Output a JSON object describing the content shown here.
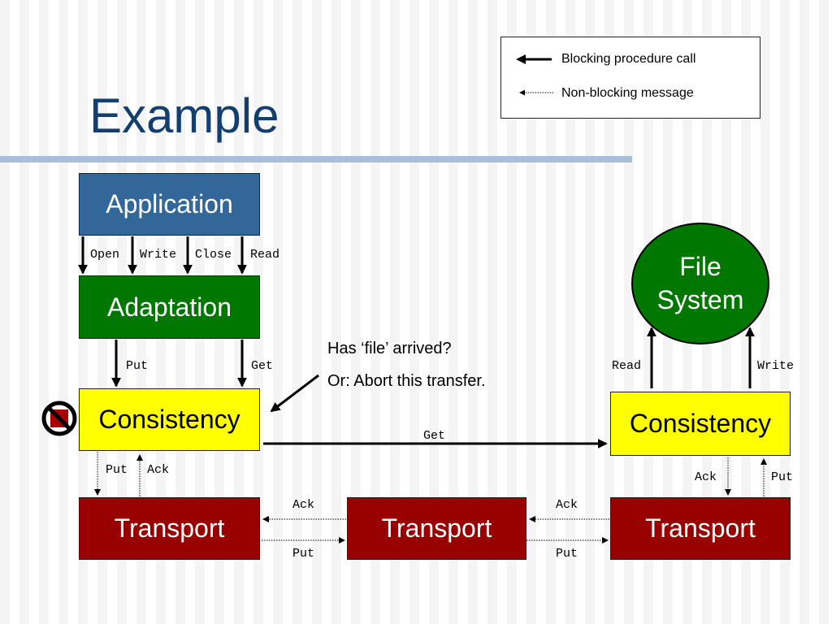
{
  "slide": {
    "title": "Example"
  },
  "legend": {
    "blocking_label": "Blocking procedure call",
    "nonblocking_label": "Non-blocking message"
  },
  "boxes": {
    "application": "Application",
    "adaptation": "Adaptation",
    "consistency_left": "Consistency",
    "consistency_right": "Consistency",
    "transport_left": "Transport",
    "transport_middle": "Transport",
    "transport_right": "Transport",
    "file_system_line1": "File",
    "file_system_line2": "System"
  },
  "labels": {
    "open": "Open",
    "write": "Write",
    "close": "Close",
    "read": "Read",
    "put_adapt": "Put",
    "get_adapt": "Get",
    "get_cons": "Get",
    "read_fs": "Read",
    "write_fs": "Write",
    "put_left": "Put",
    "ack_left": "Ack",
    "ack_right": "Ack",
    "put_right": "Put",
    "ack_tl": "Ack",
    "put_tl": "Put",
    "ack_tr": "Ack",
    "put_tr": "Put"
  },
  "notes": {
    "line1": "Has ‘file’ arrived?",
    "line2": "Or: Abort this transfer."
  },
  "icons": {
    "stop": "stop-icon"
  }
}
